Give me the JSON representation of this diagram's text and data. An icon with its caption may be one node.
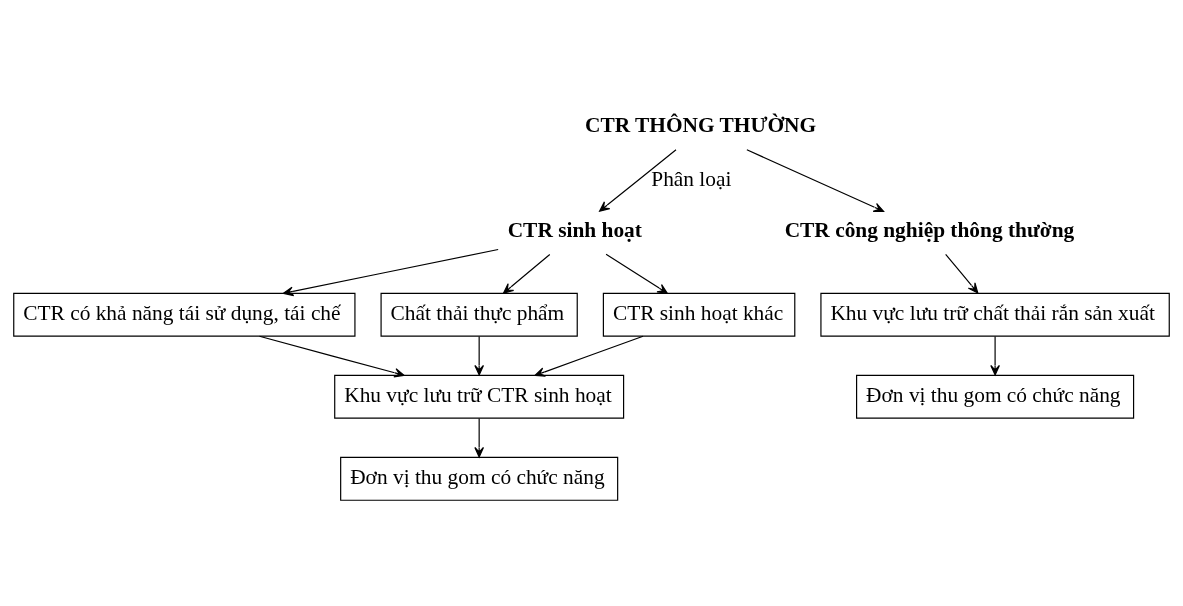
{
  "diagram": {
    "nodes": [
      {
        "text": [
          "CTR THÔNG THƯỜNG"
        ]
      },
      {
        "text": [
          "CTR sinh hoạt"
        ]
      },
      {
        "text": [
          "CTR công nghiệp thông thường"
        ]
      },
      {
        "text": [
          "CTR có khả năng tái sử dụng, tái chế"
        ]
      },
      {
        "text": [
          "Chất thải thực phẩm"
        ]
      },
      {
        "text": [
          "CTR sinh hoạt khác"
        ]
      },
      {
        "text": [
          "Khu vực lưu trữ CTR sinh hoạt"
        ]
      },
      {
        "text": [
          "Đơn vị thu gom có chức năng"
        ]
      },
      {
        "text": [
          "Khu vực lưu trữ chất thải rắn sản xuất"
        ]
      },
      {
        "text": [
          "Đơn vị thu gom có chức năng"
        ]
      }
    ],
    "edges": [
      {
        "from": 0,
        "to": 1,
        "arrow": "to",
        "label": "Phân loại"
      },
      {
        "from": 0,
        "to": 2,
        "arrow": "to"
      },
      {
        "from": 1,
        "to": 3,
        "arrow": "to"
      },
      {
        "from": 1,
        "to": 4,
        "arrow": "to"
      },
      {
        "from": 1,
        "to": 5,
        "arrow": "to"
      },
      {
        "from": 3,
        "to": 6,
        "arrow": "to"
      },
      {
        "from": 4,
        "to": 6,
        "arrow": "to"
      },
      {
        "from": 5,
        "to": 6,
        "arrow": "to"
      },
      {
        "from": 6,
        "to": 7,
        "arrow": "to"
      },
      {
        "from": 2,
        "to": 8,
        "arrow": "to"
      },
      {
        "from": 8,
        "to": 9,
        "arrow": "to"
      }
    ]
  }
}
